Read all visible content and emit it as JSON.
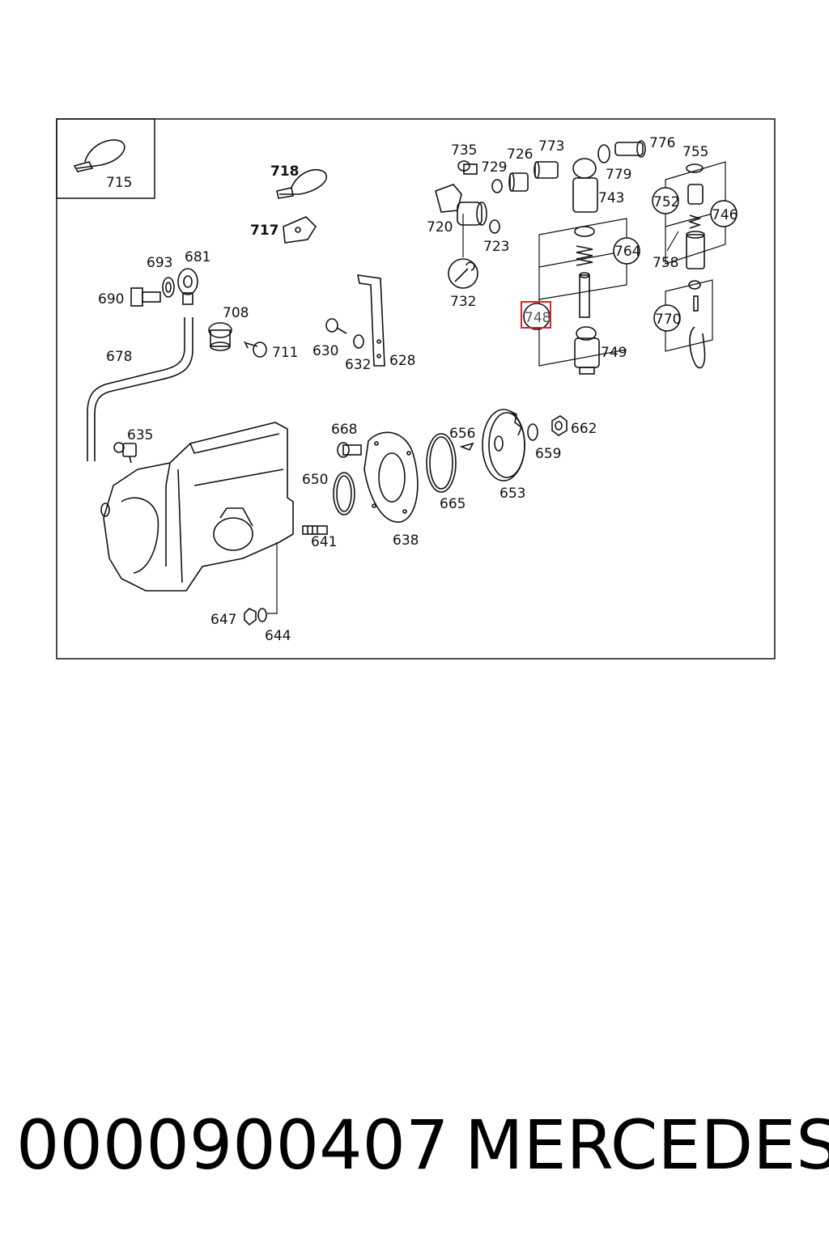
{
  "inset_label": "715",
  "labels": {
    "l718": "718",
    "l717": "717",
    "l693": "693",
    "l681": "681",
    "l690": "690",
    "l708": "708",
    "l711": "711",
    "l678": "678",
    "l630": "630",
    "l632": "632",
    "l628": "628",
    "l735": "735",
    "l729": "729",
    "l726": "726",
    "l773": "773",
    "l776": "776",
    "l779": "779",
    "l743": "743",
    "l755": "755",
    "l752": "752",
    "l746": "746",
    "l758": "758",
    "l720": "720",
    "l723": "723",
    "l732": "732",
    "l764": "764",
    "l748": "748",
    "l749": "749",
    "l770": "770",
    "l635": "635",
    "l668": "668",
    "l656": "656",
    "l662": "662",
    "l659": "659",
    "l650": "650",
    "l665": "665",
    "l653": "653",
    "l638": "638",
    "l641": "641",
    "l647": "647",
    "l644": "644"
  },
  "highlight_color": "#d9262c",
  "caption": {
    "part_number": "0000900407",
    "brand": "MERCEDES"
  }
}
